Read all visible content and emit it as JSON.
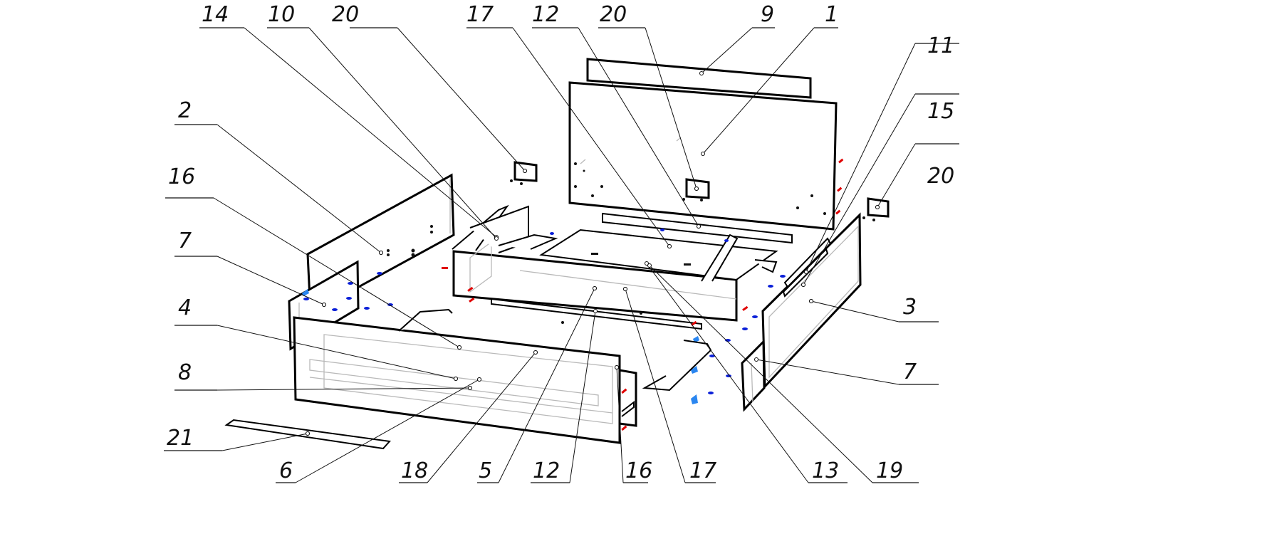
{
  "title": "Bed frame exploded assembly diagram",
  "colors": {
    "line": "#000000",
    "hidden": "#b9b9b9",
    "fastener_red": "#e00000",
    "fastener_blue": "#0a1fd8",
    "fastener_lightblue": "#2a86f0",
    "background": "#ffffff"
  },
  "parts": [
    {
      "id": "headboard",
      "label": "1"
    },
    {
      "id": "side-panel-left",
      "label": "2"
    },
    {
      "id": "side-panel-right",
      "label": "3"
    },
    {
      "id": "drawer-box",
      "label": "4"
    },
    {
      "id": "center-beam",
      "label": "5"
    },
    {
      "id": "drawer-bottom",
      "label": "6"
    },
    {
      "id": "end-cap",
      "label": "7"
    },
    {
      "id": "drawer-front",
      "label": "8"
    },
    {
      "id": "headboard-top-rail",
      "label": "9"
    },
    {
      "id": "lift-mechanism",
      "label": "10"
    },
    {
      "id": "guide-rail",
      "label": "11"
    },
    {
      "id": "cross-bar",
      "label": "12"
    },
    {
      "id": "slat-frame",
      "label": "13"
    },
    {
      "id": "gas-strut",
      "label": "14"
    },
    {
      "id": "runner",
      "label": "15"
    },
    {
      "id": "corner-bracket",
      "label": "16"
    },
    {
      "id": "support-bracket",
      "label": "17"
    },
    {
      "id": "footboard",
      "label": "18"
    },
    {
      "id": "base-panel",
      "label": "19"
    },
    {
      "id": "mounting-plate",
      "label": "20"
    },
    {
      "id": "plinth-strip",
      "label": "21"
    }
  ],
  "callouts": [
    {
      "label": "14"
    },
    {
      "label": "10"
    },
    {
      "label": "20"
    },
    {
      "label": "17"
    },
    {
      "label": "12"
    },
    {
      "label": "20"
    },
    {
      "label": "9"
    },
    {
      "label": "1"
    },
    {
      "label": "11"
    },
    {
      "label": "15"
    },
    {
      "label": "20"
    },
    {
      "label": "2"
    },
    {
      "label": "16"
    },
    {
      "label": "7"
    },
    {
      "label": "4"
    },
    {
      "label": "8"
    },
    {
      "label": "21"
    },
    {
      "label": "6"
    },
    {
      "label": "18"
    },
    {
      "label": "5"
    },
    {
      "label": "12"
    },
    {
      "label": "16"
    },
    {
      "label": "17"
    },
    {
      "label": "13"
    },
    {
      "label": "19"
    },
    {
      "label": "3"
    },
    {
      "label": "7"
    }
  ]
}
